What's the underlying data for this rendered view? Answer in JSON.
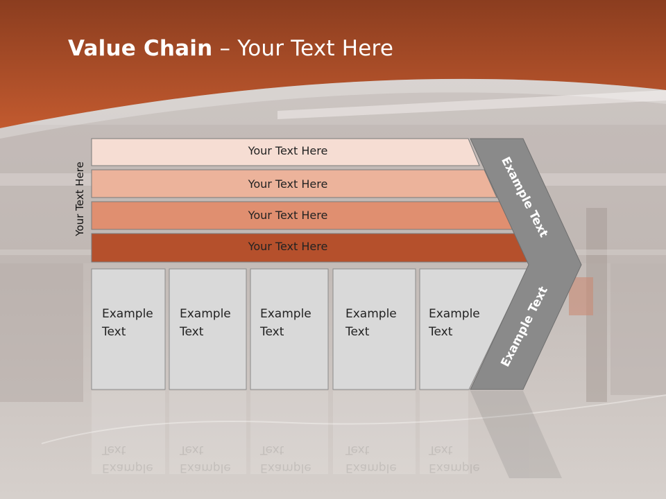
{
  "slide": {
    "title_bold": "Value Chain",
    "title_rest": "– Your Text Here",
    "side_label": "Your Text Here",
    "rows": [
      {
        "label": "Your Text Here",
        "color": "#f6ddd3"
      },
      {
        "label": "Your Text Here",
        "color": "#ecb39b"
      },
      {
        "label": "Your Text Here",
        "color": "#e08f70"
      },
      {
        "label": "Your Text Here",
        "color": "#b5502c"
      }
    ],
    "boxes": [
      {
        "line1": "Example",
        "line2": "Text"
      },
      {
        "line1": "Example",
        "line2": "Text"
      },
      {
        "line1": "Example",
        "line2": "Text"
      },
      {
        "line1": "Example",
        "line2": "Text"
      },
      {
        "line1": "Example",
        "line2": "Text"
      }
    ],
    "arrow_upper": "Example Text",
    "arrow_lower": "Example Text",
    "colors": {
      "header": "#b5502c",
      "arrow": "#8a8a8a",
      "box": "#d9d9d9"
    }
  }
}
